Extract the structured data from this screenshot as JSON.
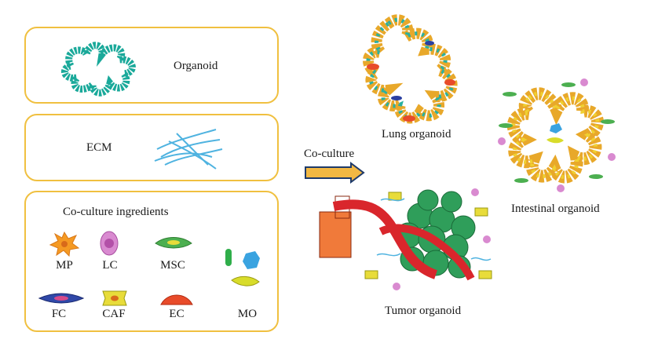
{
  "panels": {
    "organoid": {
      "label": "Organoid"
    },
    "ecm": {
      "label": "ECM"
    },
    "ingredients": {
      "title": "Co-culture ingredients",
      "items": [
        "MP",
        "LC",
        "MSC",
        "FC",
        "CAF",
        "EC",
        "MO"
      ]
    }
  },
  "arrow": {
    "label": "Co-culture"
  },
  "outputs": {
    "lung": "Lung organoid",
    "intestinal": "Intestinal organoid",
    "tumor": "Tumor organoid"
  },
  "colors": {
    "panel_border": "#f0c040",
    "organoid_teal": "#1aa99a",
    "ecm_blue": "#4fb3e0",
    "tumor_green": "#2f9e5a",
    "vessel_red": "#d9262c",
    "cell_yellow": "#e8dc3a",
    "cell_orange": "#f59a23"
  },
  "caption": ""
}
